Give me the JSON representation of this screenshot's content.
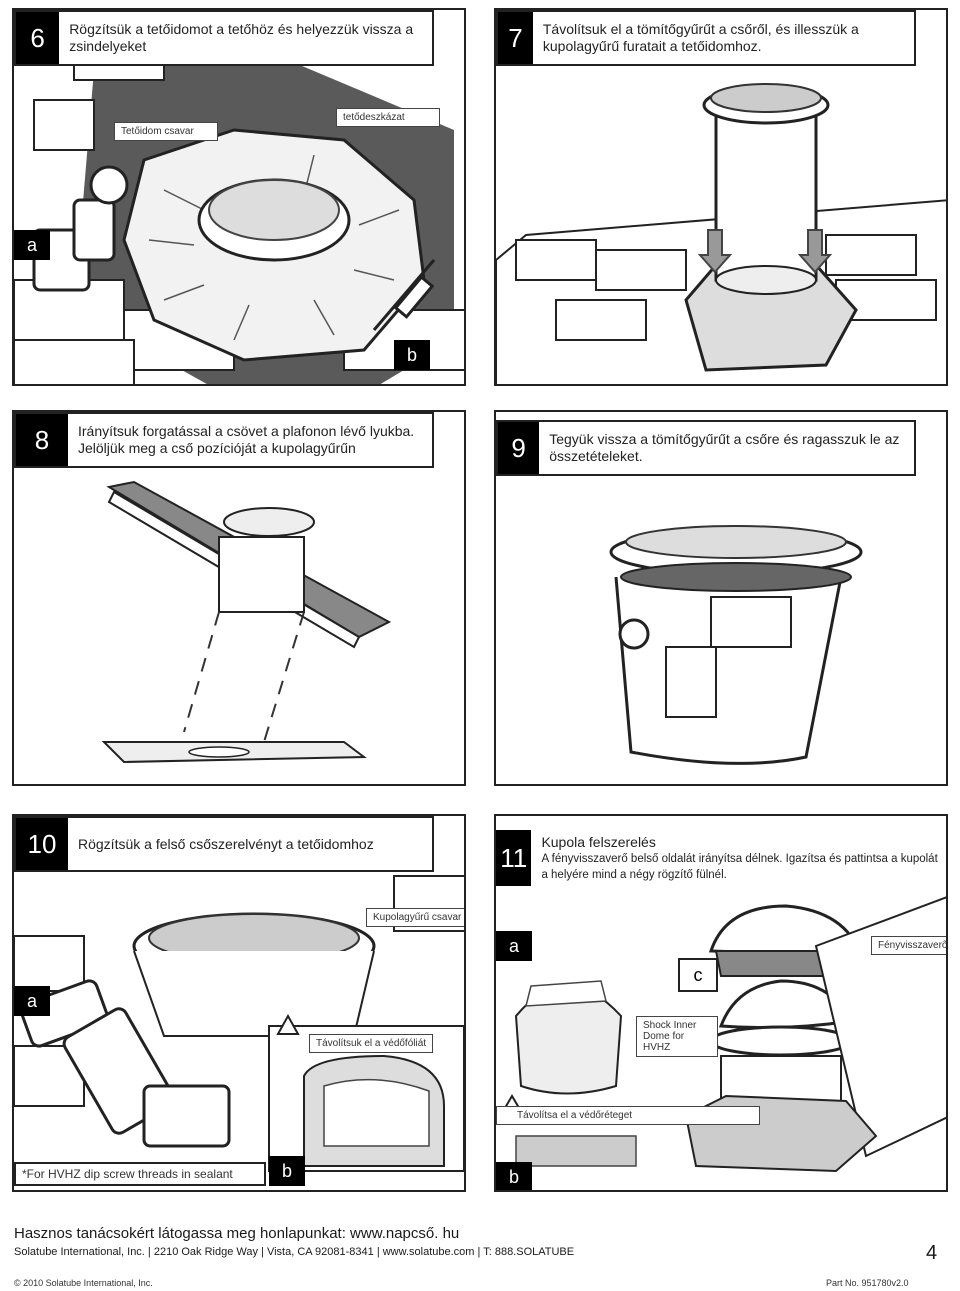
{
  "steps": [
    {
      "num": "6",
      "text": "Rögzítsük a tetőidomot a tetőhöz és helyezzük vissza a zsindelyeket",
      "labels": [
        "Tetőidom csavar",
        "tetődeszkázat"
      ],
      "tags": [
        "a",
        "b"
      ]
    },
    {
      "num": "7",
      "text": "Távolítsuk el a tömítőgyűrűt a csőről, és illesszük a kupolagyűrű furatait a tetőidomhoz."
    },
    {
      "num": "8",
      "text_line1": "Irányítsuk forgatással a csövet a plafonon lévő lyukba.",
      "text_line2": "Jelöljük meg a cső pozícióját a kupolagyűrűn"
    },
    {
      "num": "9",
      "text": "Tegyük vissza a tömítőgyűrűt a csőre és ragasszuk le az összetételeket."
    },
    {
      "num": "10",
      "text": "Rögzítsük a felső csőszerelvényt a tetőidomhoz",
      "labels": [
        "Kupolagyűrű csavar",
        "Távolítsuk el a védőfóliát"
      ],
      "tags": [
        "a",
        "b"
      ],
      "note": "*For HVHZ dip screw threads in sealant"
    },
    {
      "num": "11",
      "title": "Kupola felszerelés",
      "text": "A fényvisszaverő belső oldalát irányítsa délnek. Igazítsa és pattintsa a kupolát a helyére mind a négy rögzítő fülnél.",
      "labels": [
        "Fényvisszaverő",
        "Shock Inner Dome for HVHZ",
        "Távolítsa el a védőréteget"
      ],
      "tags": [
        "a",
        "c",
        "b"
      ]
    }
  ],
  "footer": {
    "url_text": "Hasznos tanácsokért látogassa meg honlapunkat: www.napcső. hu",
    "address": "Solatube International, Inc. | 2210 Oak Ridge Way | Vista, CA 92081-8341 | www.solatube.com | T: 888.SOLATUBE",
    "page": "4",
    "copyright": "© 2010 Solatube International, Inc.",
    "part_no": "Part No. 951780v2.0"
  }
}
